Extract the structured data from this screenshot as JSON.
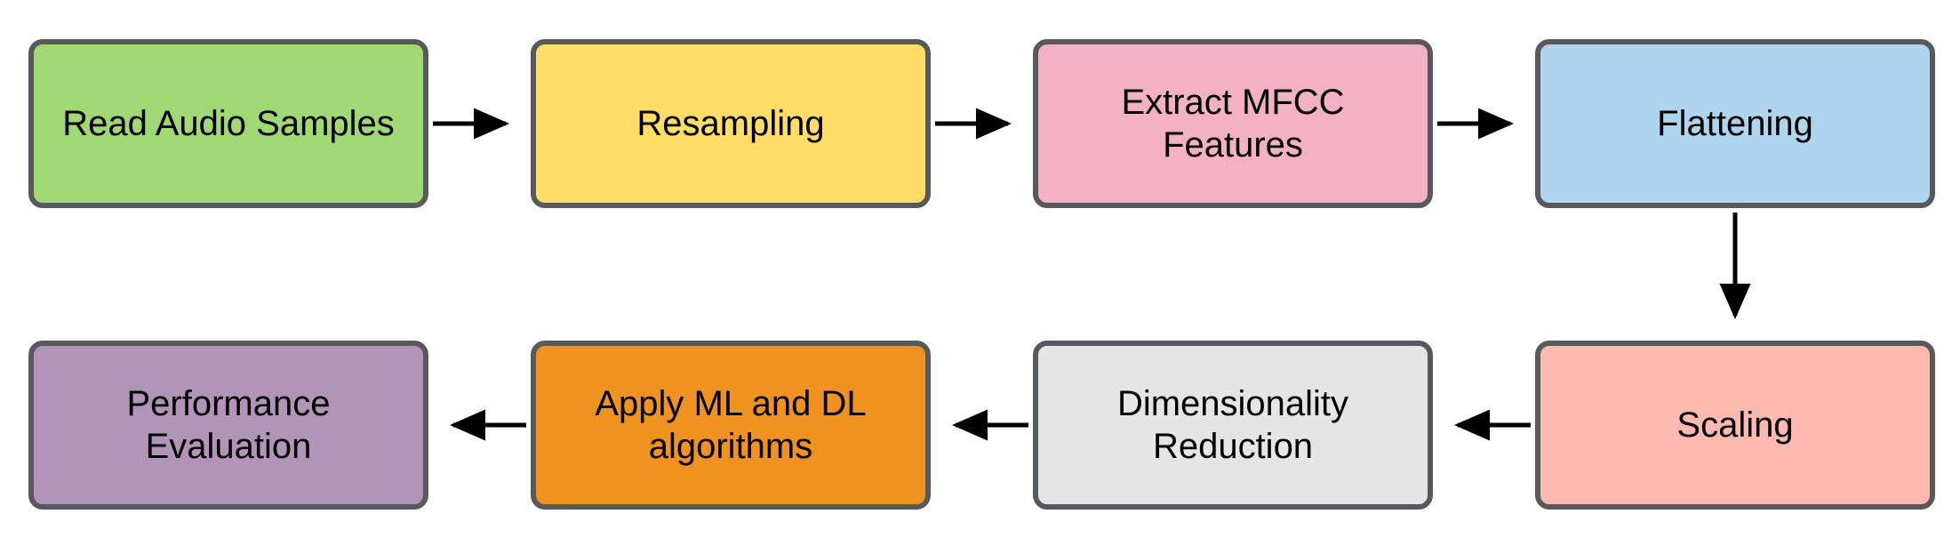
{
  "diagram": {
    "type": "flowchart",
    "background_color": "#ffffff",
    "node_border_color": "#58595C",
    "arrow_color": "#000000",
    "nodes": [
      {
        "id": "read-audio-samples",
        "label": "Read Audio Samples",
        "fill": "#A0D874"
      },
      {
        "id": "resampling",
        "label": "Resampling",
        "fill": "#FFDD67"
      },
      {
        "id": "extract-mfcc-features",
        "label": "Extract MFCC Features",
        "fill": "#F4B1C5"
      },
      {
        "id": "flattening",
        "label": "Flattening",
        "fill": "#AFD4ED"
      },
      {
        "id": "scaling",
        "label": "Scaling",
        "fill": "#FFBAAF"
      },
      {
        "id": "dimensionality-reduction",
        "label": "Dimensionality Reduction",
        "fill": "#E5E5E5"
      },
      {
        "id": "apply-ml-dl-algorithms",
        "label": "Apply ML and DL algorithms",
        "fill": "#F0921F"
      },
      {
        "id": "performance-evaluation",
        "label": "Performance Evaluation",
        "fill": "#B294B9"
      }
    ],
    "edges": [
      {
        "from": "read-audio-samples",
        "to": "resampling",
        "direction": "right"
      },
      {
        "from": "resampling",
        "to": "extract-mfcc-features",
        "direction": "right"
      },
      {
        "from": "extract-mfcc-features",
        "to": "flattening",
        "direction": "right"
      },
      {
        "from": "flattening",
        "to": "scaling",
        "direction": "down"
      },
      {
        "from": "scaling",
        "to": "dimensionality-reduction",
        "direction": "left"
      },
      {
        "from": "dimensionality-reduction",
        "to": "apply-ml-dl-algorithms",
        "direction": "left"
      },
      {
        "from": "apply-ml-dl-algorithms",
        "to": "performance-evaluation",
        "direction": "left"
      }
    ]
  }
}
